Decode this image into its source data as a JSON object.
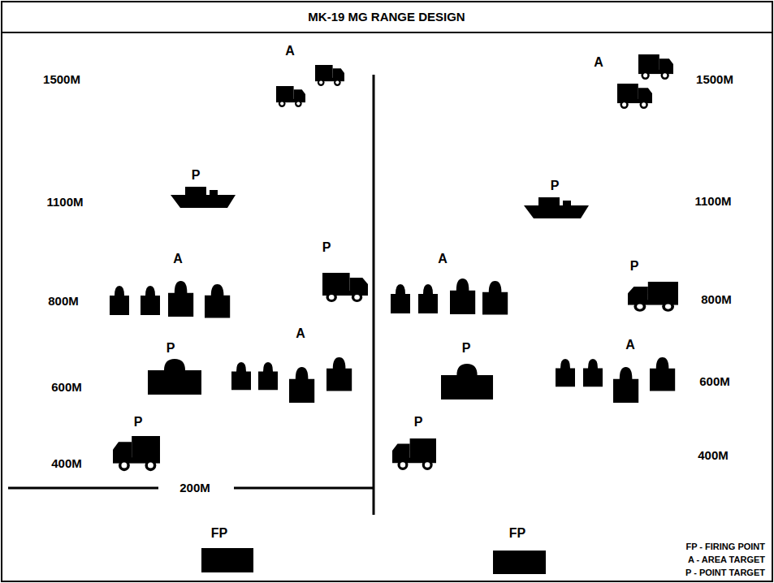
{
  "diagram": {
    "title": "MK-19 MG RANGE DESIGN",
    "labels": [
      "1500M",
      "A",
      "A",
      "1500M",
      "P",
      "P",
      "1100M",
      "1100M",
      "A",
      "P",
      "A",
      "P",
      "800M",
      "800M",
      "P",
      "A",
      "P",
      "A",
      "600M",
      "600M",
      "P",
      "P",
      "400M",
      "400M",
      "200M",
      "FP",
      "FP",
      "FP - FIRING POINT",
      "A - AREA TARGET",
      "P - POINT TARGET"
    ]
  }
}
